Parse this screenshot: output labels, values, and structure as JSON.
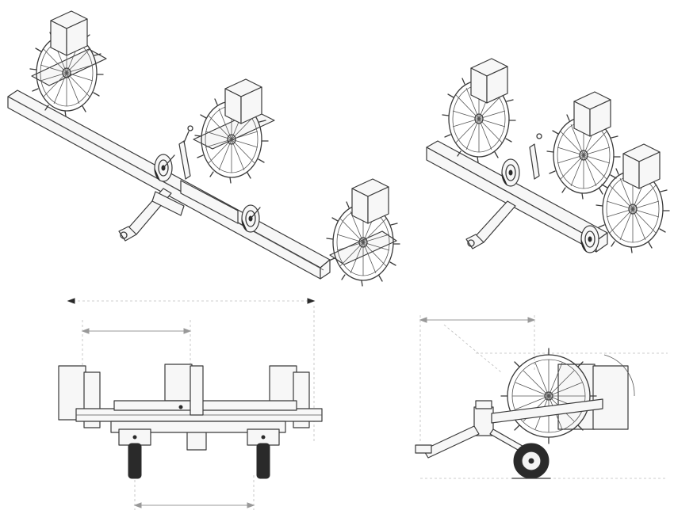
{
  "views": [
    {
      "id": "iso-wide",
      "label": ""
    },
    {
      "id": "iso-folded",
      "label": ""
    },
    {
      "id": "front",
      "label": ""
    },
    {
      "id": "side",
      "label": ""
    }
  ],
  "colors": {
    "ink": "#3a3a3a",
    "dimension": "#9a9a9a",
    "background": "#ffffff"
  }
}
